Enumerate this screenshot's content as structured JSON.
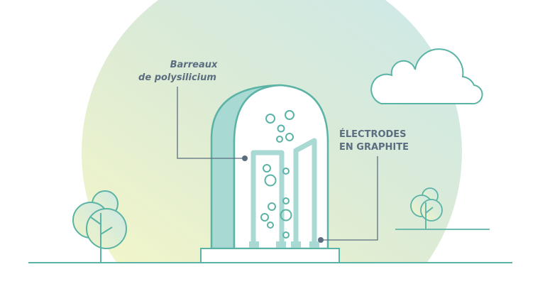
{
  "labels": {
    "rods_line1": "Barreaux",
    "rods_line2": "de polysilicium",
    "electrodes_line1": "ÉLECTRODES",
    "electrodes_line2": "EN GRAPHITE"
  },
  "colors": {
    "stroke": "#5bb3a6",
    "light_fill": "#a8d9d3",
    "label": "#5a6e80",
    "bg_warm": "#f1f5cc",
    "bg_cool": "#d0e9e7"
  }
}
